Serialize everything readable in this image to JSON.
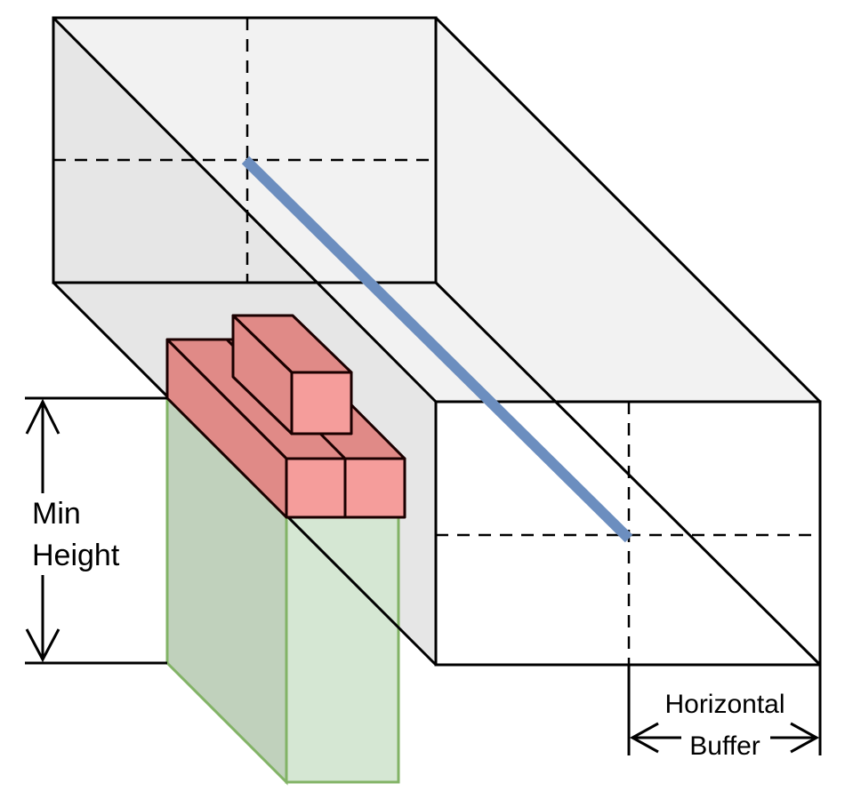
{
  "labels": {
    "min_height_line1": "Min",
    "min_height_line2": "Height",
    "horizontal_buffer_line1": "Horizontal",
    "horizontal_buffer_line2": "Buffer"
  },
  "colors": {
    "outline": "#000000",
    "box_top": "#f2f2f2",
    "box_left_wall": "#e6e6e6",
    "red_face": "#e08a87",
    "red_front": "#f59d9b",
    "red_stroke": "#1a0000",
    "green_dark": "#c0d1bc",
    "green_light": "#d5e7d3",
    "green_stroke": "#82b366",
    "path_line": "#6c8ebf",
    "background": "#ffffff"
  }
}
